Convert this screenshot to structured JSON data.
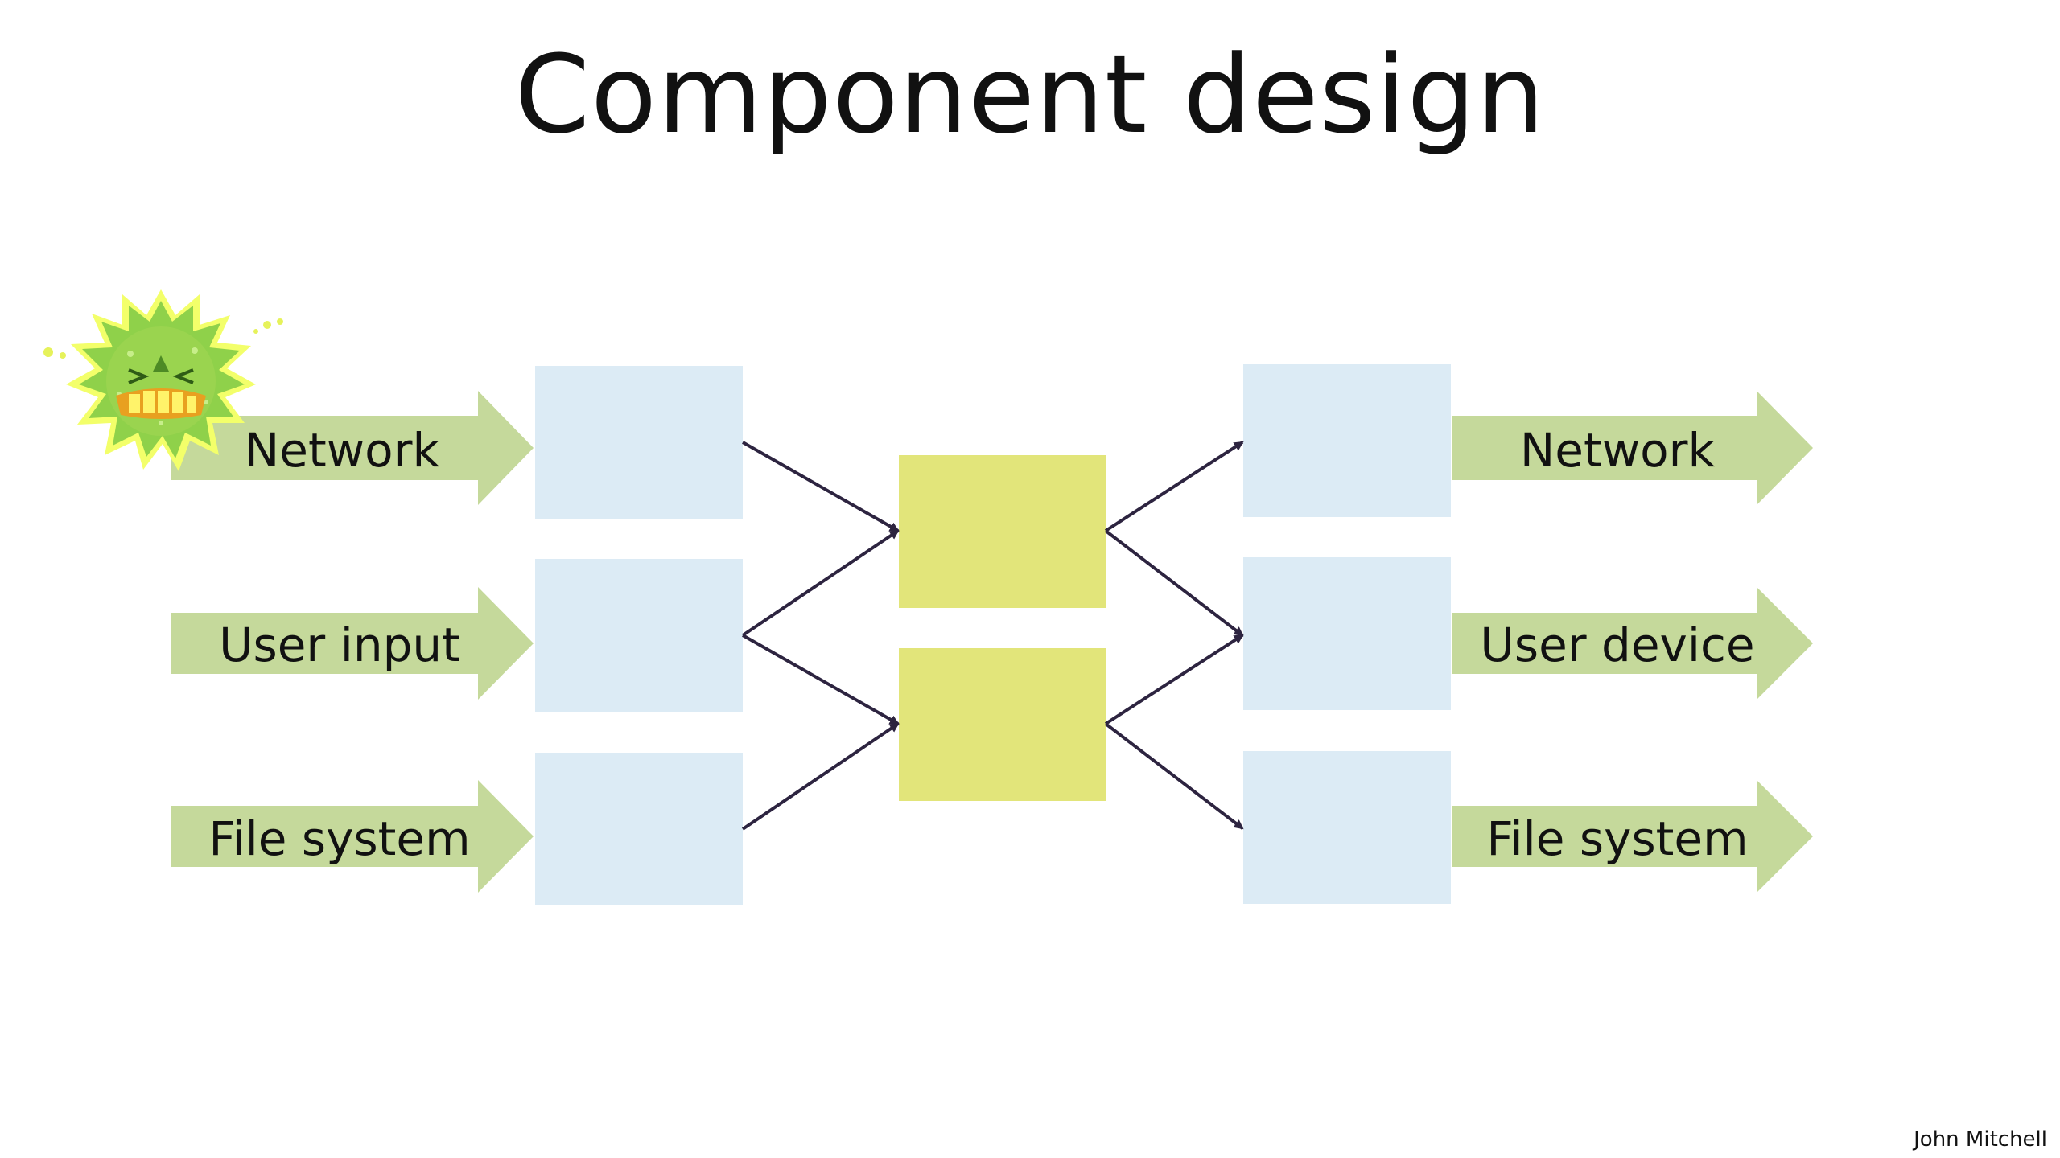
{
  "slide": {
    "title": "Component design",
    "author": "John Mitchell"
  },
  "inputs": [
    {
      "label": "Network"
    },
    {
      "label": "User input"
    },
    {
      "label": "File system"
    }
  ],
  "outputs": [
    {
      "label": "Network"
    },
    {
      "label": "User device"
    },
    {
      "label": "File system"
    }
  ],
  "colors": {
    "arrow_fill": "#c5d99b",
    "io_box_fill": "#dcebf5",
    "core_box_fill": "#e2e57a",
    "connector_line": "#2d2440",
    "bug_fill": "#8fd14a",
    "bug_glow": "#f3ff6a"
  },
  "icons": {
    "attacker": "virus-bug-icon"
  }
}
